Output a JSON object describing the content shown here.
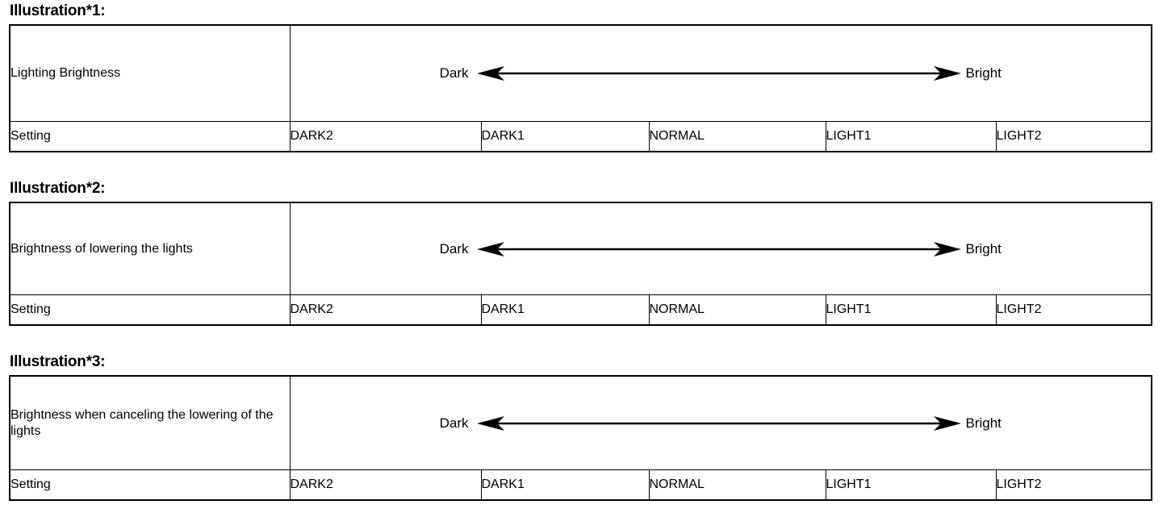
{
  "page": {
    "background": "#ffffff",
    "ink": "#000000"
  },
  "columns": {
    "label_header": "",
    "settings_row_header": "Setting",
    "setting_options": [
      "DARK2",
      "DARK1",
      "NORMAL",
      "LIGHT1",
      "LIGHT2"
    ]
  },
  "scale": {
    "left_label": "Dark",
    "right_label": "Bright",
    "arrow_icon": "double-headed-horizontal-arrow"
  },
  "sections": [
    {
      "title": "Illustration*1:",
      "label": "Lighting Brightness",
      "setting_label": "Setting",
      "scale_left": "Dark",
      "scale_right": "Bright",
      "options": [
        "DARK2",
        "DARK1",
        "NORMAL",
        "LIGHT1",
        "LIGHT2"
      ]
    },
    {
      "title": "Illustration*2:",
      "label": "Brightness of lowering the lights",
      "setting_label": "Setting",
      "scale_left": "Dark",
      "scale_right": "Bright",
      "options": [
        "DARK2",
        "DARK1",
        "NORMAL",
        "LIGHT1",
        "LIGHT2"
      ]
    },
    {
      "title": "Illustration*3:",
      "label": "Brightness when canceling the lowering of the lights",
      "setting_label": "Setting",
      "scale_left": "Dark",
      "scale_right": "Bright",
      "options": [
        "DARK2",
        "DARK1",
        "NORMAL",
        "LIGHT1",
        "LIGHT2"
      ]
    }
  ]
}
